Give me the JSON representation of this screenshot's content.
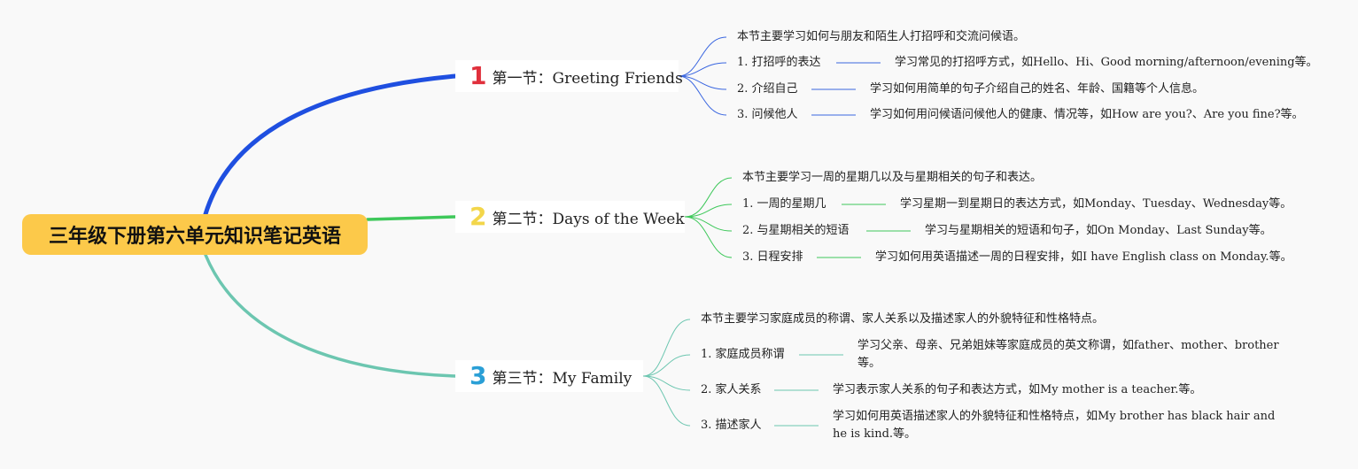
{
  "root": {
    "title": "三年级下册第六单元知识笔记英语"
  },
  "colors": {
    "root_fill": "#fcc94a",
    "branch1": "#1f4fe0",
    "branch2": "#3ec85a",
    "branch3": "#6cc6b0",
    "num1": "#e0303c",
    "num2": "#f3d64a",
    "num3": "#2a9fd6"
  },
  "sections": [
    {
      "num": "1",
      "label": "第一节：Greeting Friends",
      "intro": "本节主要学习如何与朋友和陌生人打招呼和交流问候语。",
      "items": [
        {
          "label": "1. 打招呼的表达",
          "detail": "学习常见的打招呼方式，如Hello、Hi、Good morning/afternoon/evening等。"
        },
        {
          "label": "2. 介绍自己",
          "detail": "学习如何用简单的句子介绍自己的姓名、年龄、国籍等个人信息。"
        },
        {
          "label": "3. 问候他人",
          "detail": "学习如何用问候语问候他人的健康、情况等，如How are you?、Are you fine?等。"
        }
      ]
    },
    {
      "num": "2",
      "label": "第二节：Days of the Week",
      "intro": "本节主要学习一周的星期几以及与星期相关的句子和表达。",
      "items": [
        {
          "label": "1. 一周的星期几",
          "detail": "学习星期一到星期日的表达方式，如Monday、Tuesday、Wednesday等。"
        },
        {
          "label": "2. 与星期相关的短语",
          "detail": "学习与星期相关的短语和句子，如On Monday、Last Sunday等。"
        },
        {
          "label": "3. 日程安排",
          "detail": "学习如何用英语描述一周的日程安排，如I have English class on Monday.等。"
        }
      ]
    },
    {
      "num": "3",
      "label": "第三节：My Family",
      "intro": "本节主要学习家庭成员的称谓、家人关系以及描述家人的外貌特征和性格特点。",
      "items": [
        {
          "label": "1. 家庭成员称谓",
          "detail": "学习父亲、母亲、兄弟姐妹等家庭成员的英文称谓，如father、mother、brother等。"
        },
        {
          "label": "2. 家人关系",
          "detail": "学习表示家人关系的句子和表达方式，如My mother is a teacher.等。"
        },
        {
          "label": "3. 描述家人",
          "detail": "学习如何用英语描述家人的外貌特征和性格特点，如My brother has black hair and he is kind.等。"
        }
      ]
    }
  ]
}
